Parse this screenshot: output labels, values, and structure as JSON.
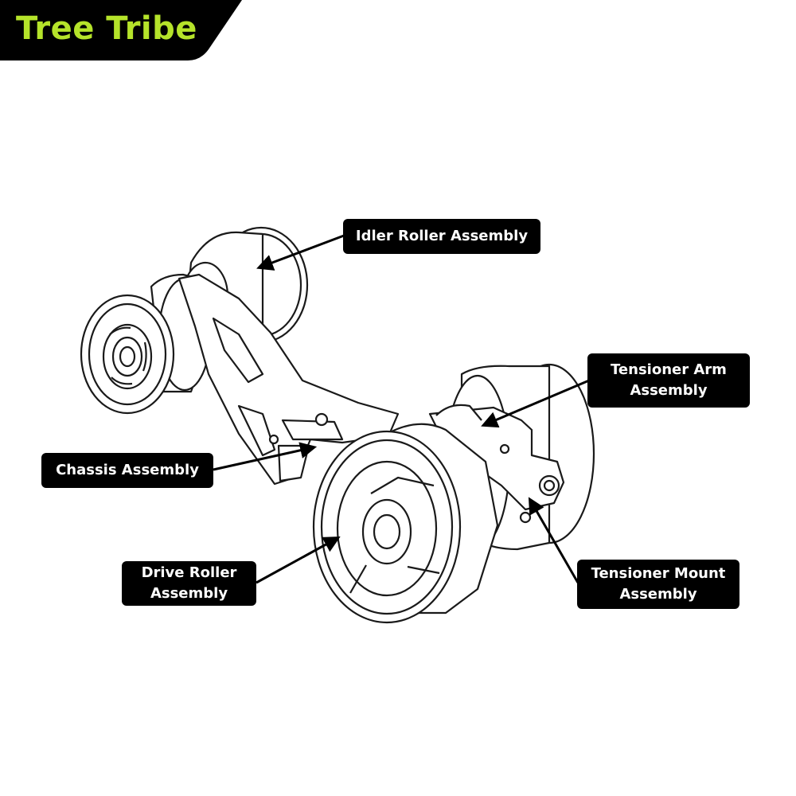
{
  "brand": {
    "name": "Tree Tribe",
    "color": "#b5e32a",
    "bar_color": "#000000"
  },
  "labels": {
    "idler_roller": "Idler Roller Assembly",
    "tensioner_arm": [
      "Tensioner Arm",
      "Assembly"
    ],
    "chassis": "Chassis Assembly",
    "drive_roller": [
      "Drive Roller",
      "Assembly"
    ],
    "tensioner_mount": [
      "Tensioner Mount",
      "Assembly"
    ]
  },
  "colors": {
    "label_bg": "#000000",
    "label_text": "#ffffff",
    "line_art": "#1a1a1a"
  }
}
